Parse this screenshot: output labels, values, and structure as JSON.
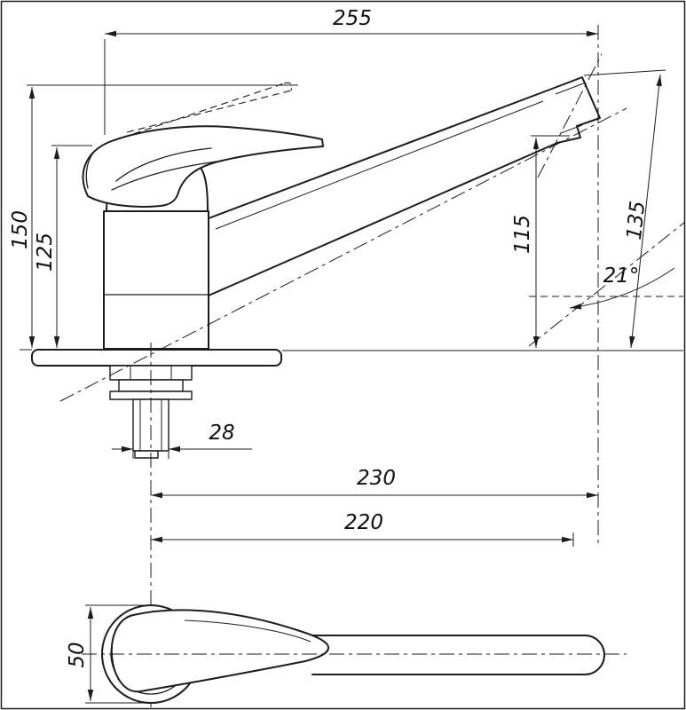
{
  "colors": {
    "ink": "#1c1c1c",
    "paper": "#ffffff"
  },
  "drawing": {
    "kind": "faucet-dimensional-drawing",
    "dims": {
      "overall_width": "255",
      "height_total": "150",
      "height_body": "125",
      "spout_outlet_height": "115",
      "spout_tip_height": "135",
      "spout_angle": "21°",
      "shank_size": "28",
      "reach_total": "230",
      "reach_spout": "220",
      "body_diameter": "50"
    }
  }
}
